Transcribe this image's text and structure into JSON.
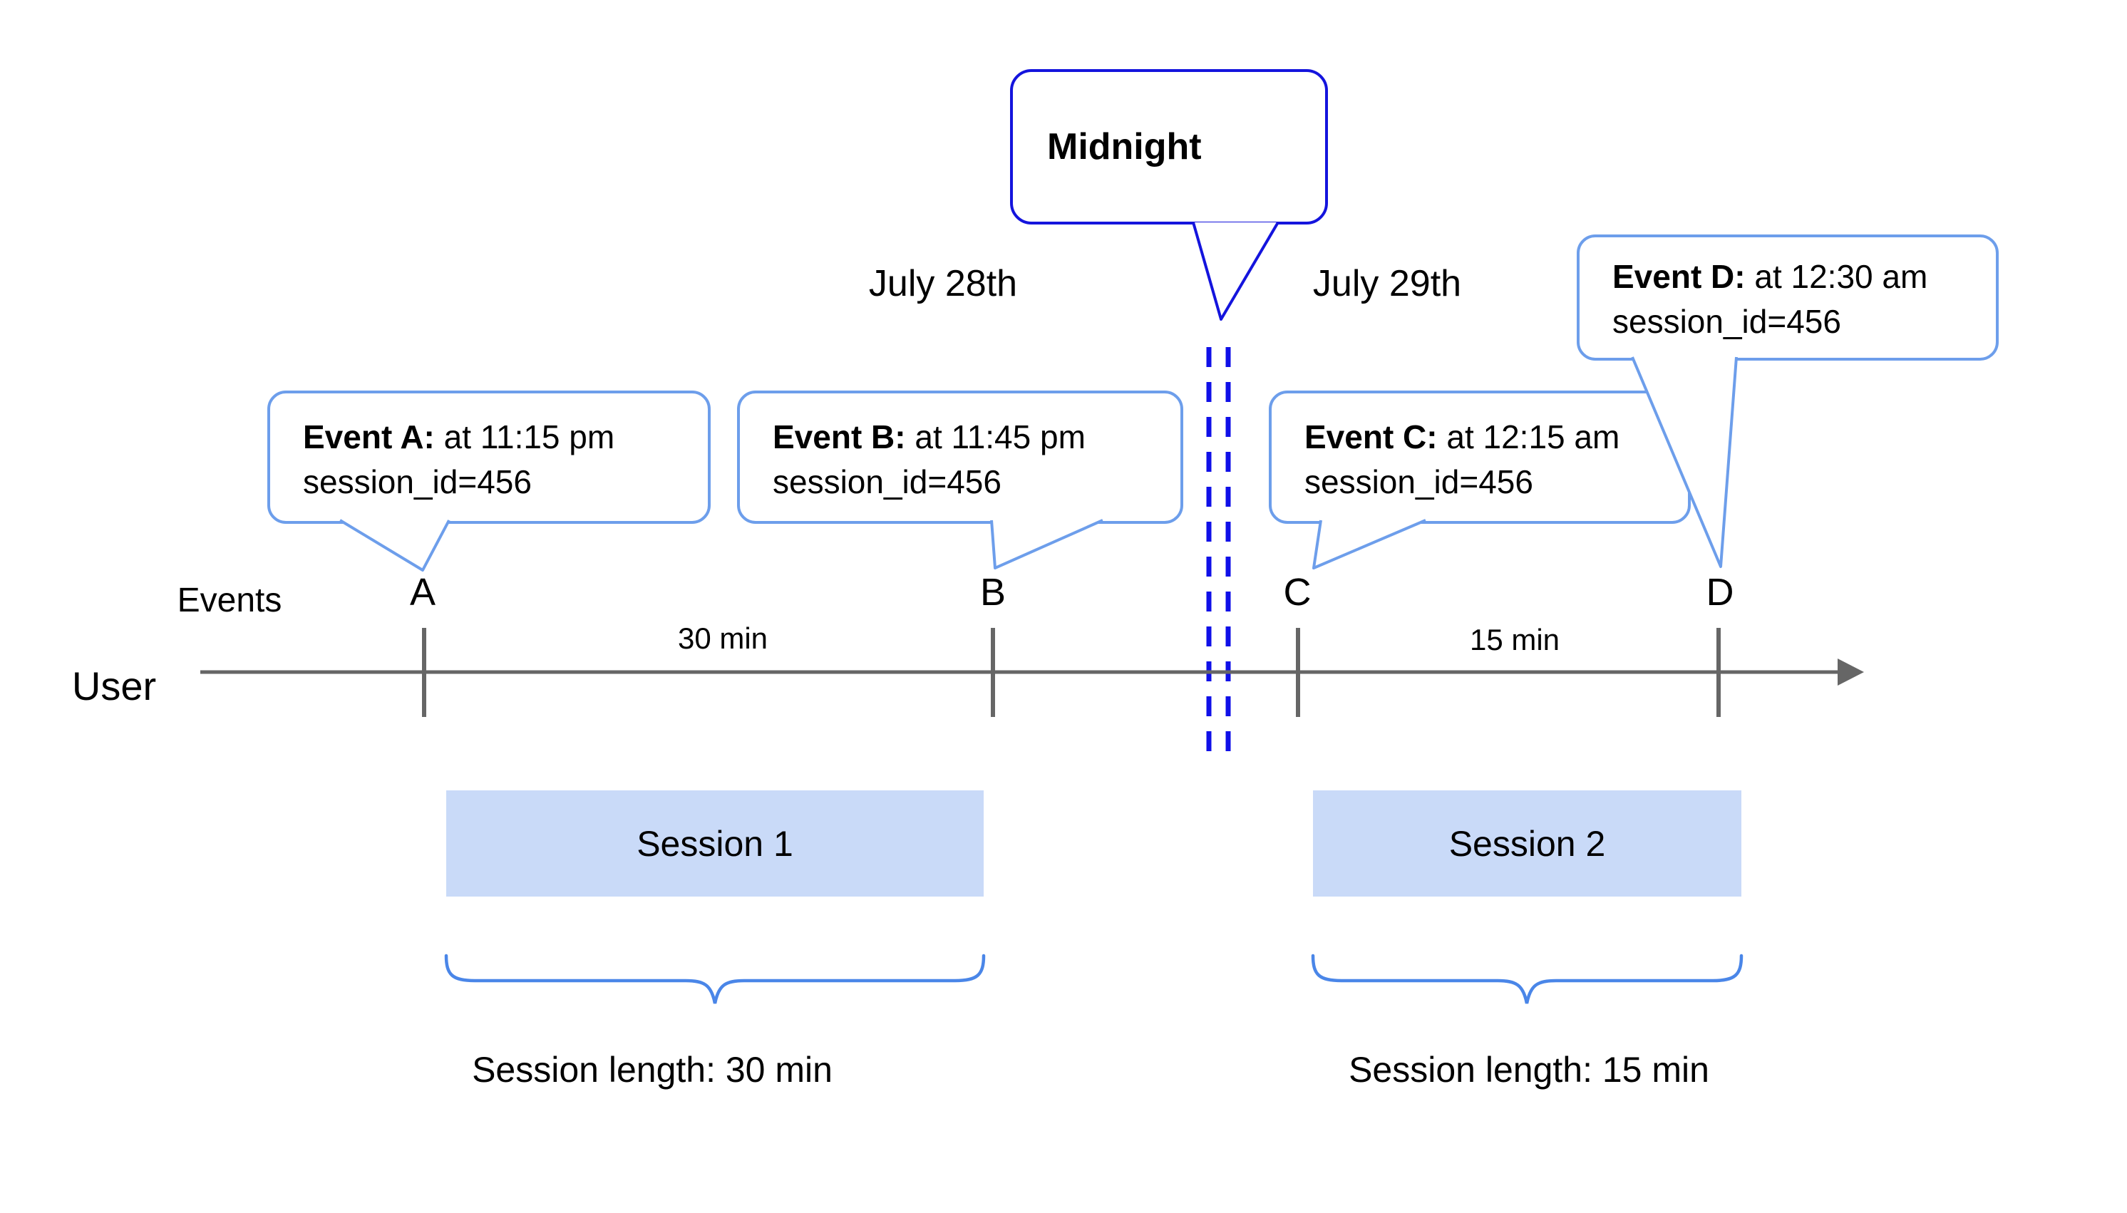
{
  "dates": {
    "left": "July 28th",
    "right": "July 29th"
  },
  "midnight": {
    "label": "Midnight"
  },
  "axis": {
    "events_label": "Events",
    "user_label": "User"
  },
  "events": [
    {
      "tick": "A",
      "bold": "Event A:",
      "time": "at 11:15 pm",
      "session": "session_id=456"
    },
    {
      "tick": "B",
      "bold": "Event B:",
      "time": "at 11:45 pm",
      "session": "session_id=456"
    },
    {
      "tick": "C",
      "bold": "Event C:",
      "time": "at 12:15 am",
      "session": "session_id=456"
    },
    {
      "tick": "D",
      "bold": "Event D:",
      "time": "at 12:30 am",
      "session": "session_id=456"
    }
  ],
  "intervals": [
    {
      "label": "30 min"
    },
    {
      "label": "15 min"
    }
  ],
  "sessions": [
    {
      "label": "Session 1",
      "length_label": "Session length: 30 min"
    },
    {
      "label": "Session 2",
      "length_label": "Session length: 15 min"
    }
  ],
  "colors": {
    "midnight_blue": "#1414DD",
    "event_bubble_border": "#6D9EEB",
    "session_fill": "#C9DAF8",
    "brace_blue": "#4A86E8",
    "axis_gray": "#666666"
  }
}
